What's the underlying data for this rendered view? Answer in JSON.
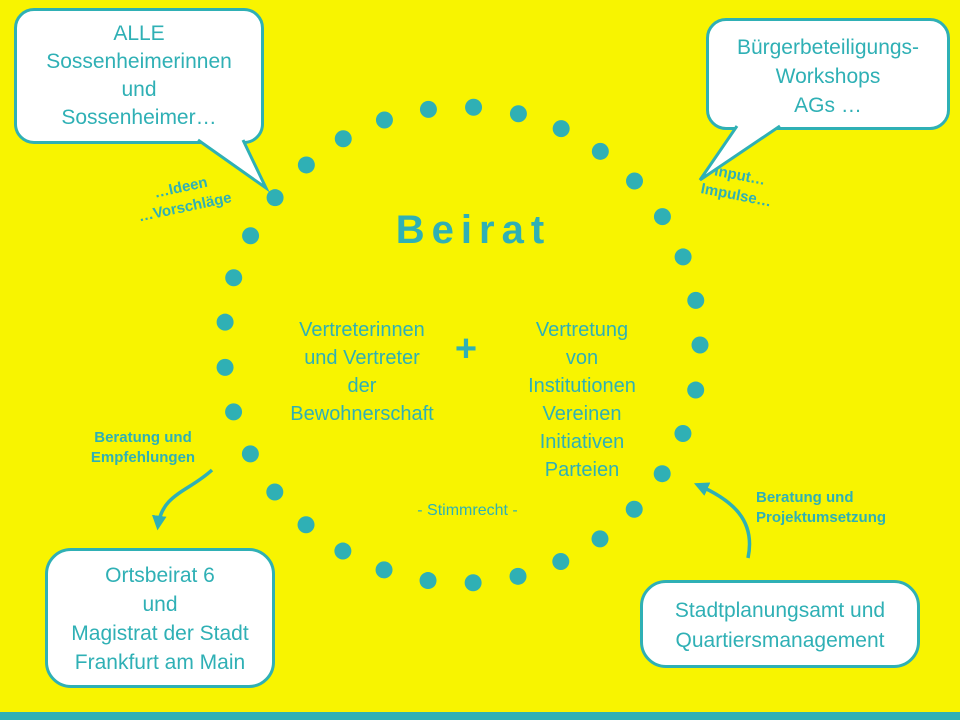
{
  "colors": {
    "background": "#F8F400",
    "accent": "#2FB0B5",
    "bubble_fill": "#FFFFFF"
  },
  "center": {
    "title": "Beirat",
    "left_group": [
      "Vertreterinnen",
      "und Vertreter",
      "der",
      "Bewohnerschaft"
    ],
    "plus": "+",
    "right_group": [
      "Vertretung",
      "von",
      "Institutionen",
      "Vereinen",
      "Initiativen",
      "Parteien"
    ],
    "footnote": "- Stimmrecht -"
  },
  "bubbles": {
    "top_left": {
      "lines": [
        "ALLE",
        "Sossenheimerinnen",
        "und",
        "Sossenheimer…"
      ]
    },
    "top_right": {
      "lines": [
        "Bürgerbeteiligungs-",
        "Workshops",
        "AGs …"
      ]
    },
    "bottom_left": {
      "lines": [
        "Ortsbeirat 6",
        "und",
        "Magistrat der Stadt",
        "Frankfurt am Main"
      ]
    },
    "bottom_right": {
      "lines": [
        "Stadtplanungsamt und",
        "Quartiersmanagement"
      ]
    }
  },
  "labels": {
    "ideen": {
      "lines": [
        "…Ideen",
        "…Vorschläge"
      ]
    },
    "input": {
      "lines": [
        "Input…",
        "Impulse…"
      ]
    },
    "advice_left": {
      "lines": [
        "Beratung und",
        "Empfehlungen"
      ]
    },
    "advice_right": {
      "lines": [
        "Beratung und",
        "Projektumsetzung"
      ]
    }
  }
}
